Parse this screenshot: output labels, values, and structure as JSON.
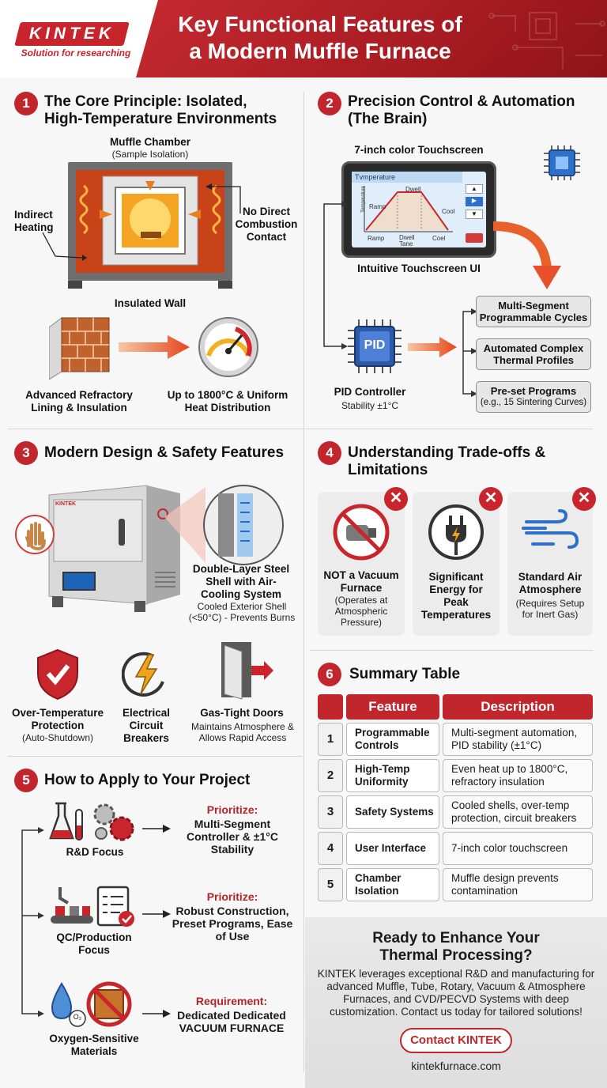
{
  "header": {
    "logo_text": "KINTEK",
    "tagline": "Solution for researching",
    "title_line1": "Key Functional Features of",
    "title_line2": "a Modern Muffle Furnace"
  },
  "section1": {
    "number": "1",
    "title_line1": "The Core Principle: Isolated,",
    "title_line2": "High-Temperature Environments",
    "muffle_label": "Muffle Chamber",
    "muffle_sub": "(Sample Isolation)",
    "indirect_label": "Indirect Heating",
    "no_combustion_label": "No Direct Combustion Contact",
    "insulated_wall": "Insulated Wall",
    "refractory_label": "Advanced Refractory Lining & Insulation",
    "temp_label": "Up to 1800°C & Uniform Heat Distribution"
  },
  "section2": {
    "number": "2",
    "title_line1": "Precision Control & Automation",
    "title_line2": "(The Brain)",
    "touchscreen_label": "7-inch color Touchscreen",
    "ui_label": "Intuitive Touchscreen UI",
    "screen_title": "Tvmperature",
    "screen_axis": "Temperature",
    "screen_dwell": "Dwell",
    "screen_ramp": "Ramp",
    "screen_cool": "Cool",
    "screen_x1": "Ramp",
    "screen_x2": "Dwell Tane",
    "screen_x3": "Coel",
    "pid_chip": "PID",
    "pid_label": "PID Controller",
    "pid_sub": "Stability ±1°C",
    "box1": "Multi-Segment Programmable Cycles",
    "box2": "Automated Complex Thermal Profiles",
    "box3": "Pre-set Programs",
    "box3_sub": "(e.g., 15 Sintering Curves)"
  },
  "section3": {
    "number": "3",
    "title": "Modern Design & Safety Features",
    "furnace_logo": "KINTEK",
    "shell_label": "Double-Layer Steel Shell with Air-Cooling System",
    "shell_sub": "Cooled Exterior Shell (<50°C) - Prevents Burns",
    "over_temp": "Over-Temperature Protection",
    "over_temp_sub": "(Auto-Shutdown)",
    "breakers": "Electrical Circuit Breakers",
    "doors": "Gas-Tight Doors",
    "doors_sub": "Maintains Atmosphere & Allows Rapid Access"
  },
  "section4": {
    "number": "4",
    "title_line1": "Understanding Trade-offs &",
    "title_line2": "Limitations",
    "cards": [
      {
        "title": "NOT a Vacuum Furnace",
        "sub": "(Operates at Atmospheric Pressure)",
        "badge": "✕"
      },
      {
        "title": "Significant Energy for Peak Temperatures",
        "sub": "",
        "badge": "✕"
      },
      {
        "title": "Standard Air Atmosphere",
        "sub": "(Requires Setup for Inert Gas)",
        "badge": "✕"
      }
    ]
  },
  "section5": {
    "number": "5",
    "title": "How to Apply to Your Project",
    "rows": [
      {
        "name": "R&D Focus",
        "kicker": "Prioritize:",
        "value": "Multi-Segment Controller & ±1°C Stability"
      },
      {
        "name": "QC/Production Focus",
        "kicker": "Prioritize:",
        "value": "Robust Construction, Preset Programs, Ease of Use"
      },
      {
        "name": "Oxygen-Sensitive Materials",
        "kicker": "Requirement:",
        "value": "Dedicated Dedicated VACUUM FURNACE"
      }
    ],
    "o2_label": "O₂"
  },
  "section6": {
    "number": "6",
    "title": "Summary Table",
    "col_feature": "Feature",
    "col_description": "Description",
    "rows": [
      {
        "n": "1",
        "feature": "Programmable Controls",
        "description": "Multi-segment automation, PID stability (±1°C)"
      },
      {
        "n": "2",
        "feature": "High-Temp Uniformity",
        "description": "Even heat up to 1800°C, refractory insulation"
      },
      {
        "n": "3",
        "feature": "Safety Systems",
        "description": "Cooled shells, over-temp protection, circuit breakers"
      },
      {
        "n": "4",
        "feature": "User Interface",
        "description": "7-inch color touchscreen"
      },
      {
        "n": "5",
        "feature": "Chamber Isolation",
        "description": "Muffle design prevents contamination"
      }
    ]
  },
  "cta": {
    "title_line1": "Ready to Enhance Your",
    "title_line2": "Thermal Processing?",
    "body": "KINTEK leverages exceptional R&D and manufacturing for advanced Muffle, Tube, Rotary, Vacuum & Atmosphere Furnaces, and CVD/PECVD Systems with deep customization. Contact us today for tailored solutions!",
    "button": "Contact KINTEK",
    "url": "kintekfurnace.com"
  }
}
